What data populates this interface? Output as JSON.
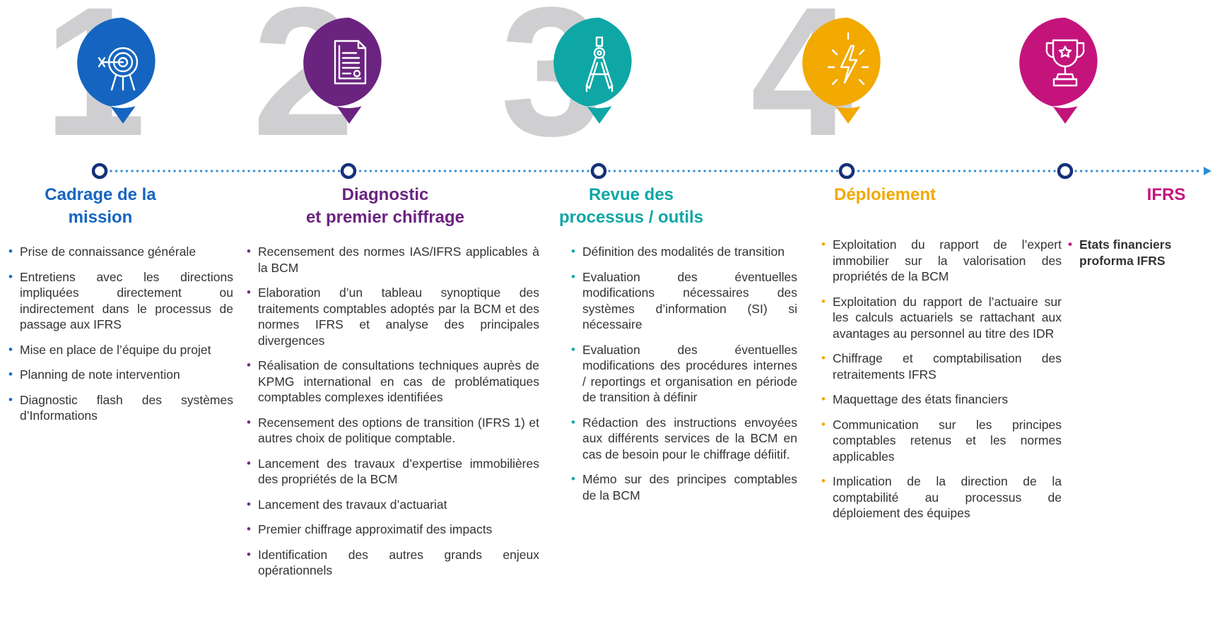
{
  "colors": {
    "step1": "#1565c0",
    "step2": "#6b2380",
    "step3": "#0ea7a6",
    "step4": "#f2a900",
    "step5": "#c4147c",
    "timeline_dark": "#15307a",
    "timeline_dots": "#2c8fd6",
    "number_gray": "#cfcfd1"
  },
  "numbers": [
    "1",
    "2",
    "3",
    "4"
  ],
  "icons": [
    "target-icon",
    "document-icon",
    "compass-icon",
    "lightning-icon",
    "trophy-icon"
  ],
  "steps": [
    {
      "title": [
        "Cadrage de la",
        "mission"
      ],
      "bullets": [
        "Prise de connaissance générale",
        "Entretiens avec les directions impliquées directement ou indirectement dans le processus de passage aux IFRS",
        "Mise en place de l’équipe du projet",
        "Planning de note intervention",
        "Diagnostic flash des systèmes d’Informations"
      ]
    },
    {
      "title": [
        "Diagnostic",
        "et premier chiffrage"
      ],
      "bullets": [
        "Recensement des normes IAS/IFRS applicables à la BCM",
        "Elaboration d’un tableau synoptique des traitements comptables adoptés par la BCM et des normes IFRS et analyse des principales divergences",
        "Réalisation de consultations techniques auprès de KPMG international en cas de problématiques comptables complexes identifiées",
        "Recensement des options de transition (IFRS 1) et autres choix de politique comptable.",
        "Lancement des travaux d’expertise immobilières des propriétés de la BCM",
        "Lancement des travaux d’actuariat",
        "Premier chiffrage approximatif des impacts",
        "Identification des autres grands enjeux opérationnels"
      ]
    },
    {
      "title": [
        "Revue des",
        "processus / outils"
      ],
      "bullets": [
        "Définition des modalités de transition",
        "Evaluation des éventuelles modifications nécessaires des systèmes d’information (SI) si nécessaire",
        "Evaluation des éventuelles modifications des procédures internes / reportings et organisation en période de transition à définir",
        "Rédaction des instructions envoyées aux différents services de la BCM en cas de besoin pour le chiffrage défiitif.",
        "Mémo sur des principes comptables de la BCM"
      ]
    },
    {
      "title": [
        "Déploiement"
      ],
      "bullets": [
        "Exploitation du rapport de l’expert immobilier sur la valorisation des propriétés de la BCM",
        "Exploitation du rapport de l’actuaire sur les calculs actuariels se rattachant aux avantages au personnel au titre des IDR",
        "Chiffrage et comptabilisation des retraitements IFRS",
        "Maquettage des états financiers",
        "Communication sur les principes comptables retenus et les normes applicables",
        "Implication de la direction de la comptabilité au processus de déploiement des équipes"
      ]
    },
    {
      "title": [
        "IFRS"
      ],
      "bullets": [
        "Etats financiers proforma IFRS"
      ]
    }
  ]
}
